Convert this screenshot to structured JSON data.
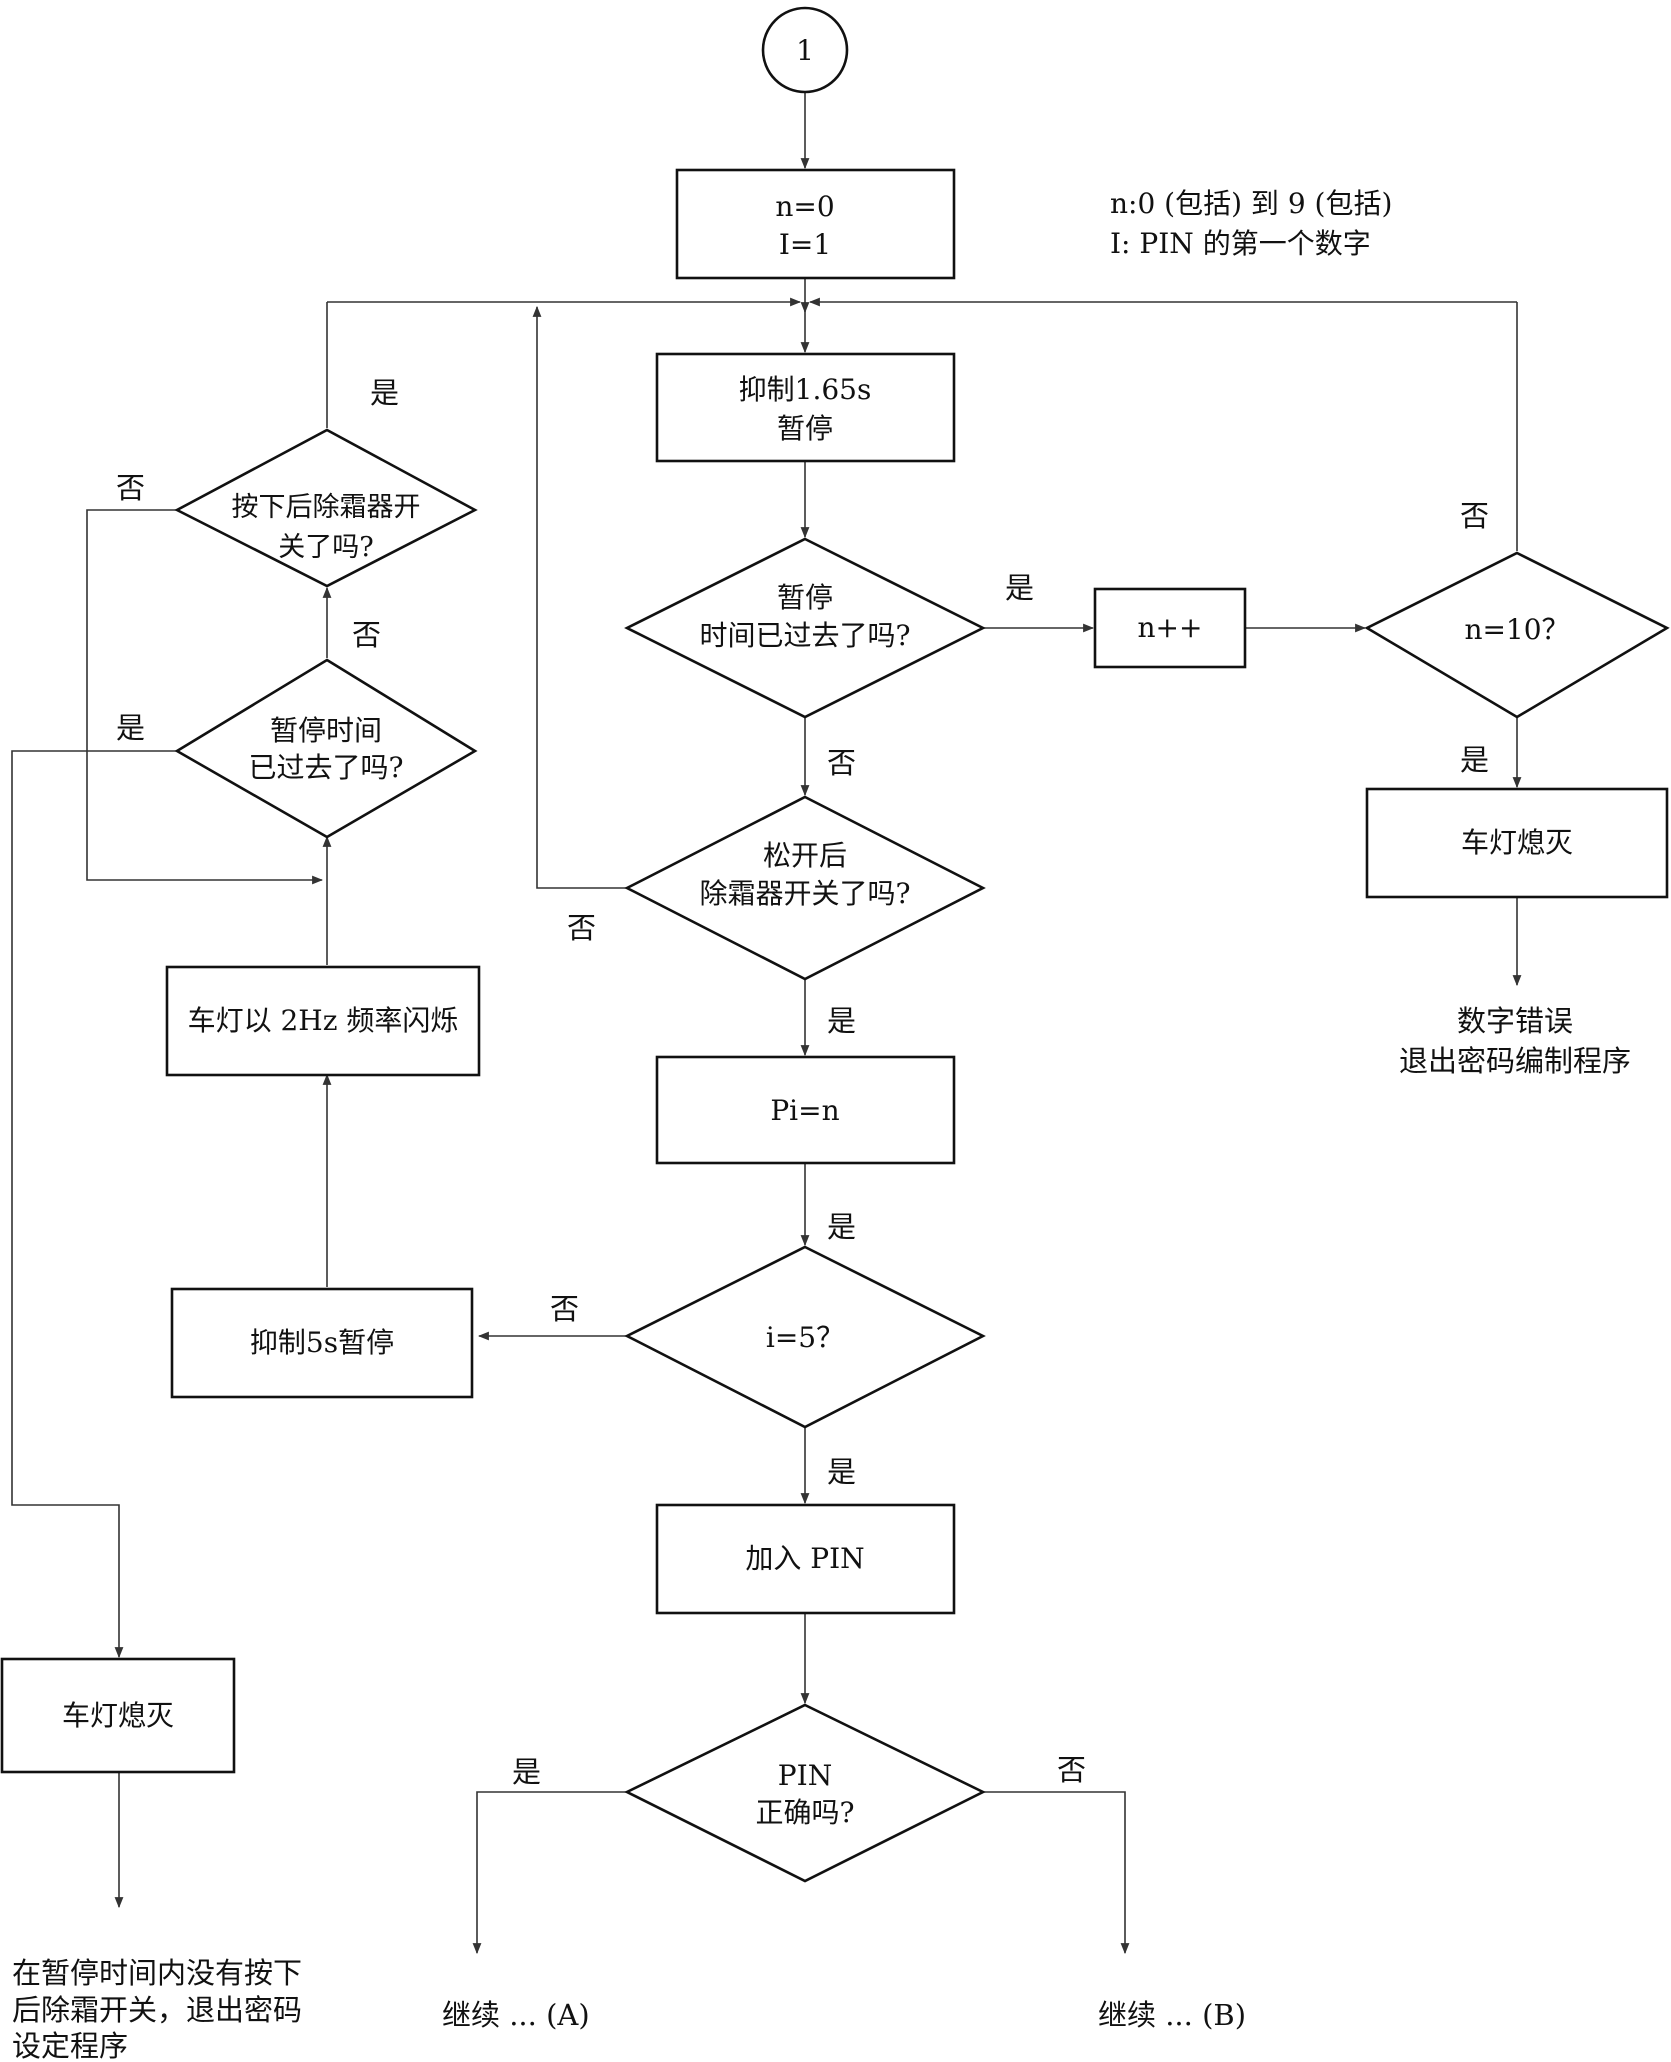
{
  "diagram": {
    "start_connector": "1",
    "nodes": {
      "init": [
        "n=0",
        "I=1"
      ],
      "suppress_165": [
        "抑制1.65s",
        "暂停"
      ],
      "timeout_q": [
        "暂停",
        "时间已过去了吗?"
      ],
      "release_q": [
        "松开后",
        "除霜器开关了吗?"
      ],
      "pi_assign": [
        "Pi=n"
      ],
      "i5_q": [
        "i=5？"
      ],
      "add_pin": [
        "加入 PIN"
      ],
      "pin_ok_q": [
        "PIN",
        "正确吗?"
      ],
      "n_inc": [
        "n++"
      ],
      "n10_q": [
        "n=10？"
      ],
      "light_off_right": [
        "车灯熄灭"
      ],
      "suppress_5s": [
        "抑制5s暂停"
      ],
      "blink_2hz": [
        "车灯以 2Hz 频率闪烁"
      ],
      "pause_elapsed_q": [
        "暂停时间",
        "已过去了吗?"
      ],
      "press_q": [
        "按下后除霜器开",
        "关了吗?"
      ],
      "light_off_left": [
        "车灯熄灭"
      ]
    },
    "notes": {
      "legend": [
        "n:0 (包括) 到 9 (包括)",
        "I: PIN 的第一个数字"
      ],
      "digit_error": [
        "数字错误",
        "退出密码编制程序"
      ],
      "timeout_exit": [
        "在暂停时间内没有按下",
        "后除霜开关，退出密码",
        "设定程序"
      ],
      "continue_a": "继续 ... (A)",
      "continue_b": "继续 ... (B)"
    },
    "branch_labels": {
      "yes": "是",
      "no": "否"
    }
  }
}
